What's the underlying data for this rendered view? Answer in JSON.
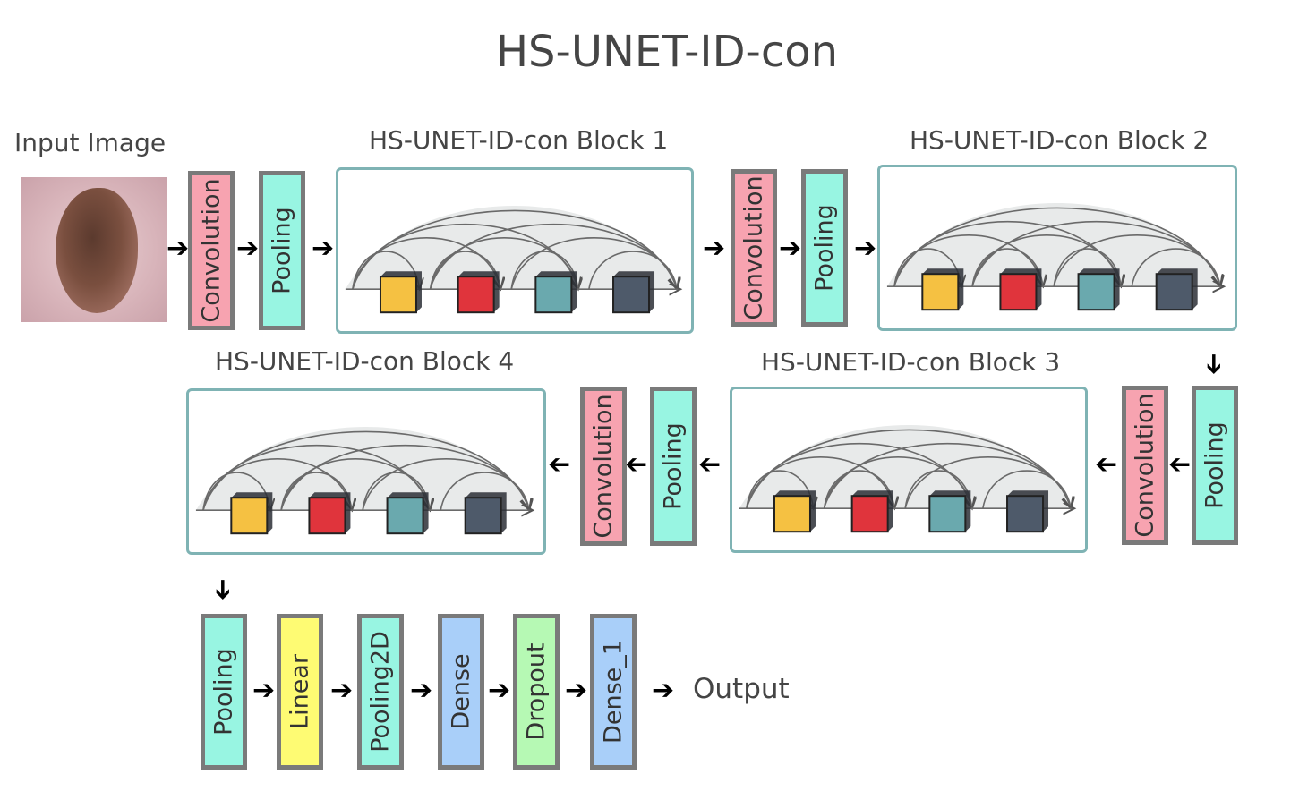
{
  "title": "HS-UNET-ID-con",
  "input_label": "Input Image",
  "output_label": "Output",
  "blocks": [
    {
      "label": "HS-UNET-ID-con Block 1"
    },
    {
      "label": "HS-UNET-ID-con Block 2"
    },
    {
      "label": "HS-UNET-ID-con Block 3"
    },
    {
      "label": "HS-UNET-ID-con Block 4"
    }
  ],
  "layers": {
    "convolution": "Convolution",
    "pooling": "Pooling",
    "linear": "Linear",
    "pooling2d": "Pooling2D",
    "dense": "Dense",
    "dropout": "Dropout",
    "dense_1": "Dense_1"
  },
  "colors": {
    "convolution": "#f7a3b0",
    "pooling": "#98f5e2",
    "linear": "#fefb73",
    "pooling2d": "#98f5e2",
    "dense": "#a9cff9",
    "dropout": "#b6f9b4",
    "dense_1": "#a9cff9",
    "cube_yellow": "#f5c142",
    "cube_red": "#e0343c",
    "cube_teal": "#6aa9ae",
    "cube_dark": "#4e5a6a"
  }
}
